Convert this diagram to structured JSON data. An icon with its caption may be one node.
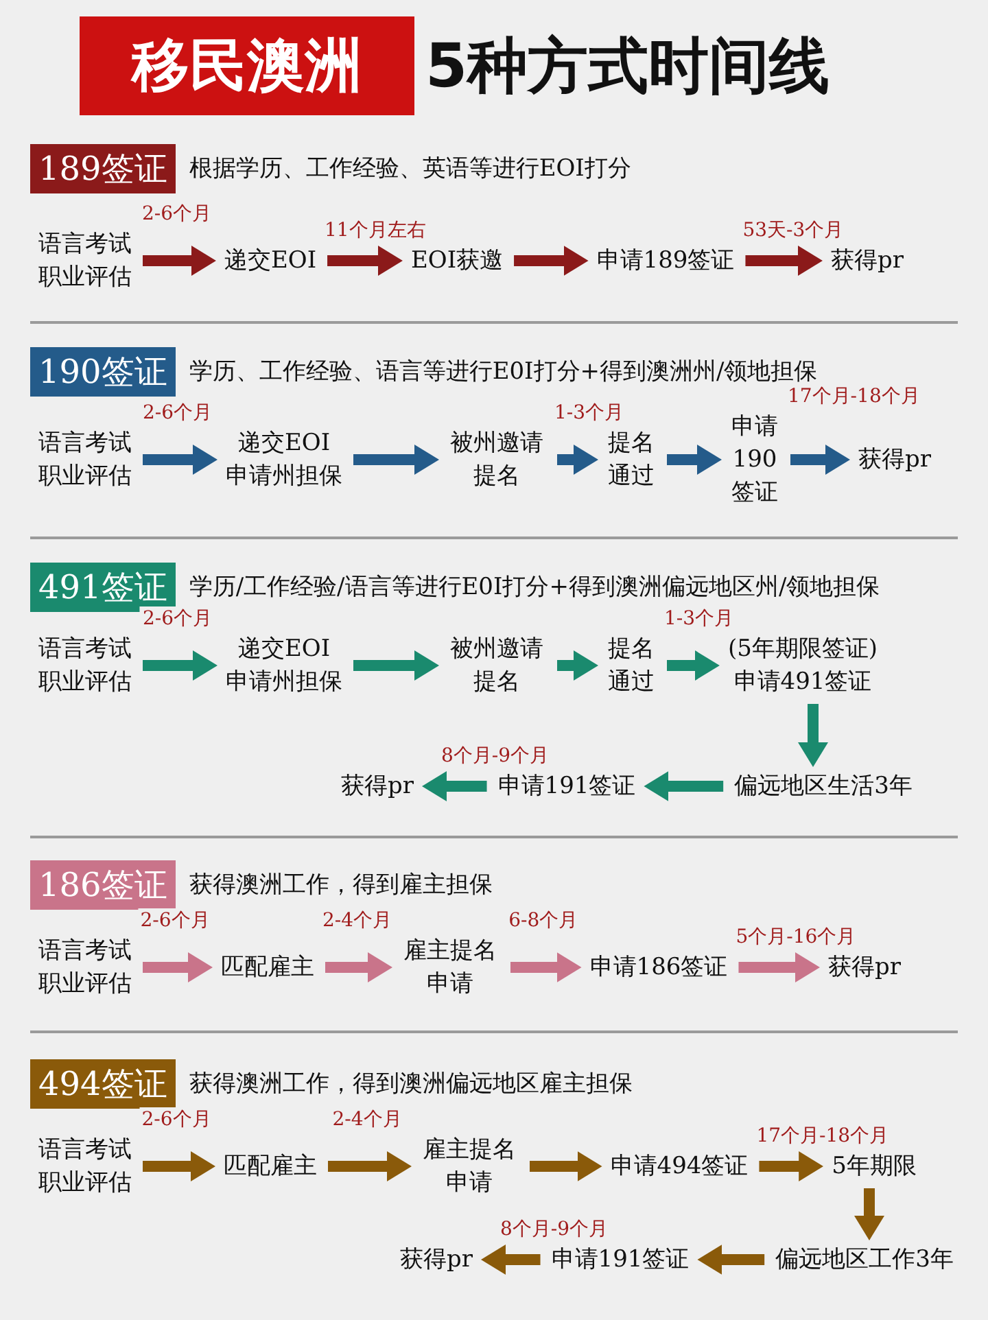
{
  "diagram": {
    "title": "5种方式时间线",
    "nodes": [
      {
        "text": [
          "移民澳洲"
        ]
      },
      {
        "text": [
          "189签证"
        ],
        "beside": [
          "根据学历、工作经验、英语等进行EOI打分"
        ]
      },
      {
        "text": [
          "语言考试",
          "职业评估"
        ]
      },
      {
        "text": [
          "递交EOI"
        ]
      },
      {
        "text": [
          "EOI获邀"
        ]
      },
      {
        "text": [
          "申请189签证"
        ]
      },
      {
        "text": [
          "获得pr"
        ]
      },
      {
        "text": [
          "190签证"
        ],
        "beside": [
          "学历、工作经验、语言等进行E0I打分+得到澳洲州/领地担保"
        ]
      },
      {
        "text": [
          "语言考试",
          "职业评估"
        ]
      },
      {
        "text": [
          "递交EOI",
          "申请州担保"
        ]
      },
      {
        "text": [
          "被州邀请提名"
        ]
      },
      {
        "text": [
          "提名通过"
        ]
      },
      {
        "text": [
          "申请190签证"
        ]
      },
      {
        "text": [
          "获得pr"
        ]
      },
      {
        "text": [
          "491签证"
        ],
        "beside": [
          "学历/工作经验/语言等进行E0I打分+得到澳洲偏远地区州/领地担保"
        ]
      },
      {
        "text": [
          "语言考试",
          "职业评估"
        ]
      },
      {
        "text": [
          "递交EOI",
          "申请州担保"
        ]
      },
      {
        "text": [
          "被州邀请提名"
        ]
      },
      {
        "text": [
          "提名通过"
        ]
      },
      {
        "text": [
          "(5年期限签证)",
          "申请491签证"
        ]
      },
      {
        "text": [
          "获得pr"
        ]
      },
      {
        "text": [
          "申请191签证"
        ]
      },
      {
        "text": [
          "偏远地区生活3年"
        ]
      },
      {
        "text": [
          "186签证"
        ],
        "beside": [
          "获得澳洲工作，得到雇主担保"
        ]
      },
      {
        "text": [
          "语言考试",
          "职业评估"
        ]
      },
      {
        "text": [
          "匹配雇主"
        ]
      },
      {
        "text": [
          "雇主提名申请"
        ]
      },
      {
        "text": [
          "申请186签证"
        ]
      },
      {
        "text": [
          "获得pr"
        ]
      },
      {
        "text": [
          "494签证"
        ],
        "beside": [
          "获得澳洲工作，得到澳洲偏远地区雇主担保"
        ]
      },
      {
        "text": [
          "语言考试",
          "职业评估"
        ]
      },
      {
        "text": [
          "匹配雇主"
        ]
      },
      {
        "text": [
          "雇主提名申请"
        ]
      },
      {
        "text": [
          "申请494签证"
        ]
      },
      {
        "text": [
          "5年期限"
        ]
      },
      {
        "text": [
          "获得pr"
        ]
      },
      {
        "text": [
          "申请191签证"
        ]
      },
      {
        "text": [
          "偏远地区工作3年"
        ]
      }
    ],
    "edges": [
      {
        "from": 2,
        "to": 3,
        "arrow": "to",
        "label": "2-6个月",
        "color": "#8b1a1a"
      },
      {
        "from": 3,
        "to": 4,
        "arrow": "to",
        "label": "11个月左右",
        "color": "#8b1a1a"
      },
      {
        "from": 4,
        "to": 5,
        "arrow": "to",
        "color": "#8b1a1a"
      },
      {
        "from": 5,
        "to": 6,
        "arrow": "to",
        "label": "53天-3个月",
        "color": "#8b1a1a"
      },
      {
        "from": 8,
        "to": 9,
        "arrow": "to",
        "label": "2-6个月",
        "color": "#245b8a"
      },
      {
        "from": 9,
        "to": 10,
        "arrow": "to",
        "color": "#245b8a"
      },
      {
        "from": 10,
        "to": 11,
        "arrow": "to",
        "label": "1-3个月",
        "color": "#245b8a"
      },
      {
        "from": 11,
        "to": 12,
        "arrow": "to",
        "color": "#245b8a"
      },
      {
        "from": 12,
        "to": 13,
        "arrow": "to",
        "label": "17个月-18个月",
        "color": "#245b8a"
      },
      {
        "from": 15,
        "to": 16,
        "arrow": "to",
        "label": "2-6个月",
        "color": "#1a8a6e"
      },
      {
        "from": 16,
        "to": 17,
        "arrow": "to",
        "color": "#1a8a6e"
      },
      {
        "from": 17,
        "to": 18,
        "arrow": "to",
        "color": "#1a8a6e"
      },
      {
        "from": 18,
        "to": 19,
        "arrow": "to",
        "label": "1-3个月",
        "color": "#1a8a6e"
      },
      {
        "from": 19,
        "to": 22,
        "arrow": "to",
        "color": "#1a8a6e"
      },
      {
        "from": 22,
        "to": 21,
        "arrow": "to",
        "color": "#1a8a6e"
      },
      {
        "from": 21,
        "to": 20,
        "arrow": "to",
        "label": "8个月-9个月",
        "color": "#1a8a6e"
      },
      {
        "from": 24,
        "to": 25,
        "arrow": "to",
        "label": "2-6个月",
        "color": "#c9748a"
      },
      {
        "from": 25,
        "to": 26,
        "arrow": "to",
        "label": "2-4个月",
        "color": "#c9748a"
      },
      {
        "from": 26,
        "to": 27,
        "arrow": "to",
        "label": "6-8个月",
        "color": "#c9748a"
      },
      {
        "from": 27,
        "to": 28,
        "arrow": "to",
        "label": "5个月-16个月",
        "color": "#c9748a"
      },
      {
        "from": 30,
        "to": 31,
        "arrow": "to",
        "label": "2-6个月",
        "color": "#8a5a0a"
      },
      {
        "from": 31,
        "to": 32,
        "arrow": "to",
        "label": "2-4个月",
        "color": "#8a5a0a"
      },
      {
        "from": 32,
        "to": 33,
        "arrow": "to",
        "color": "#8a5a0a"
      },
      {
        "from": 33,
        "to": 34,
        "arrow": "to",
        "label": "17个月-18个月",
        "color": "#8a5a0a"
      },
      {
        "from": 34,
        "to": 37,
        "arrow": "to",
        "color": "#8a5a0a"
      },
      {
        "from": 37,
        "to": 36,
        "arrow": "to",
        "color": "#8a5a0a"
      },
      {
        "from": 36,
        "to": 35,
        "arrow": "to",
        "label": "8个月-9个月",
        "color": "#8a5a0a"
      }
    ]
  }
}
